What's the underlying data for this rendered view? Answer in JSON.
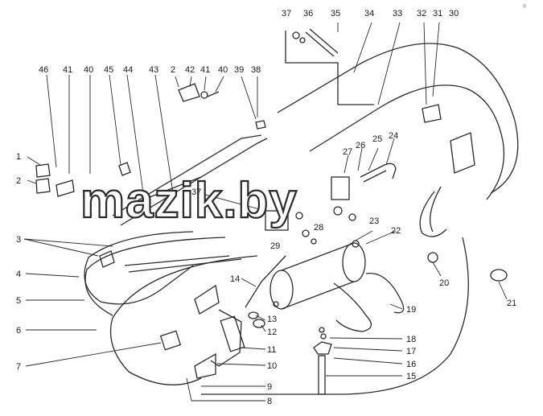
{
  "diagram": {
    "callouts": [
      "1",
      "2",
      "3",
      "4",
      "5",
      "6",
      "7",
      "8",
      "9",
      "10",
      "11",
      "12",
      "13",
      "14",
      "15",
      "16",
      "17",
      "18",
      "19",
      "20",
      "21",
      "22",
      "23",
      "24",
      "25",
      "26",
      "27",
      "28",
      "29",
      "30",
      "31",
      "32",
      "33",
      "34",
      "35",
      "36",
      "37",
      "38",
      "39",
      "40",
      "41",
      "42",
      "43",
      "44",
      "45",
      "46"
    ],
    "watermark": "mazik.by",
    "corner_mark": "®"
  },
  "colors": {
    "line": "#2a2a2a",
    "background": "#ffffff"
  }
}
